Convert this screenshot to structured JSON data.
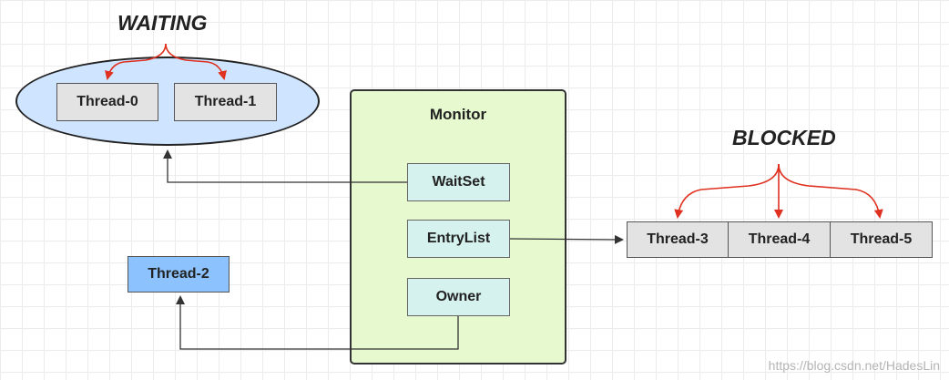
{
  "waiting_label": "WAITING",
  "blocked_label": "BLOCKED",
  "monitor": {
    "title": "Monitor",
    "wait_set": "WaitSet",
    "entry_list": "EntryList",
    "owner": "Owner"
  },
  "waiting_threads": [
    "Thread-0",
    "Thread-1"
  ],
  "owner_thread": "Thread-2",
  "blocked_threads": [
    "Thread-3",
    "Thread-4",
    "Thread-5"
  ],
  "watermark": "https://blog.csdn.net/HadesLin",
  "colors": {
    "monitor_fill": "#e6f9cf",
    "slot_fill": "#d6f2ee",
    "waiting_fill": "#cfe4ff",
    "owner_fill": "#8cc3ff",
    "thread_fill": "#e3e3e3",
    "state_arrow": "#e03020",
    "connector": "#333333"
  }
}
